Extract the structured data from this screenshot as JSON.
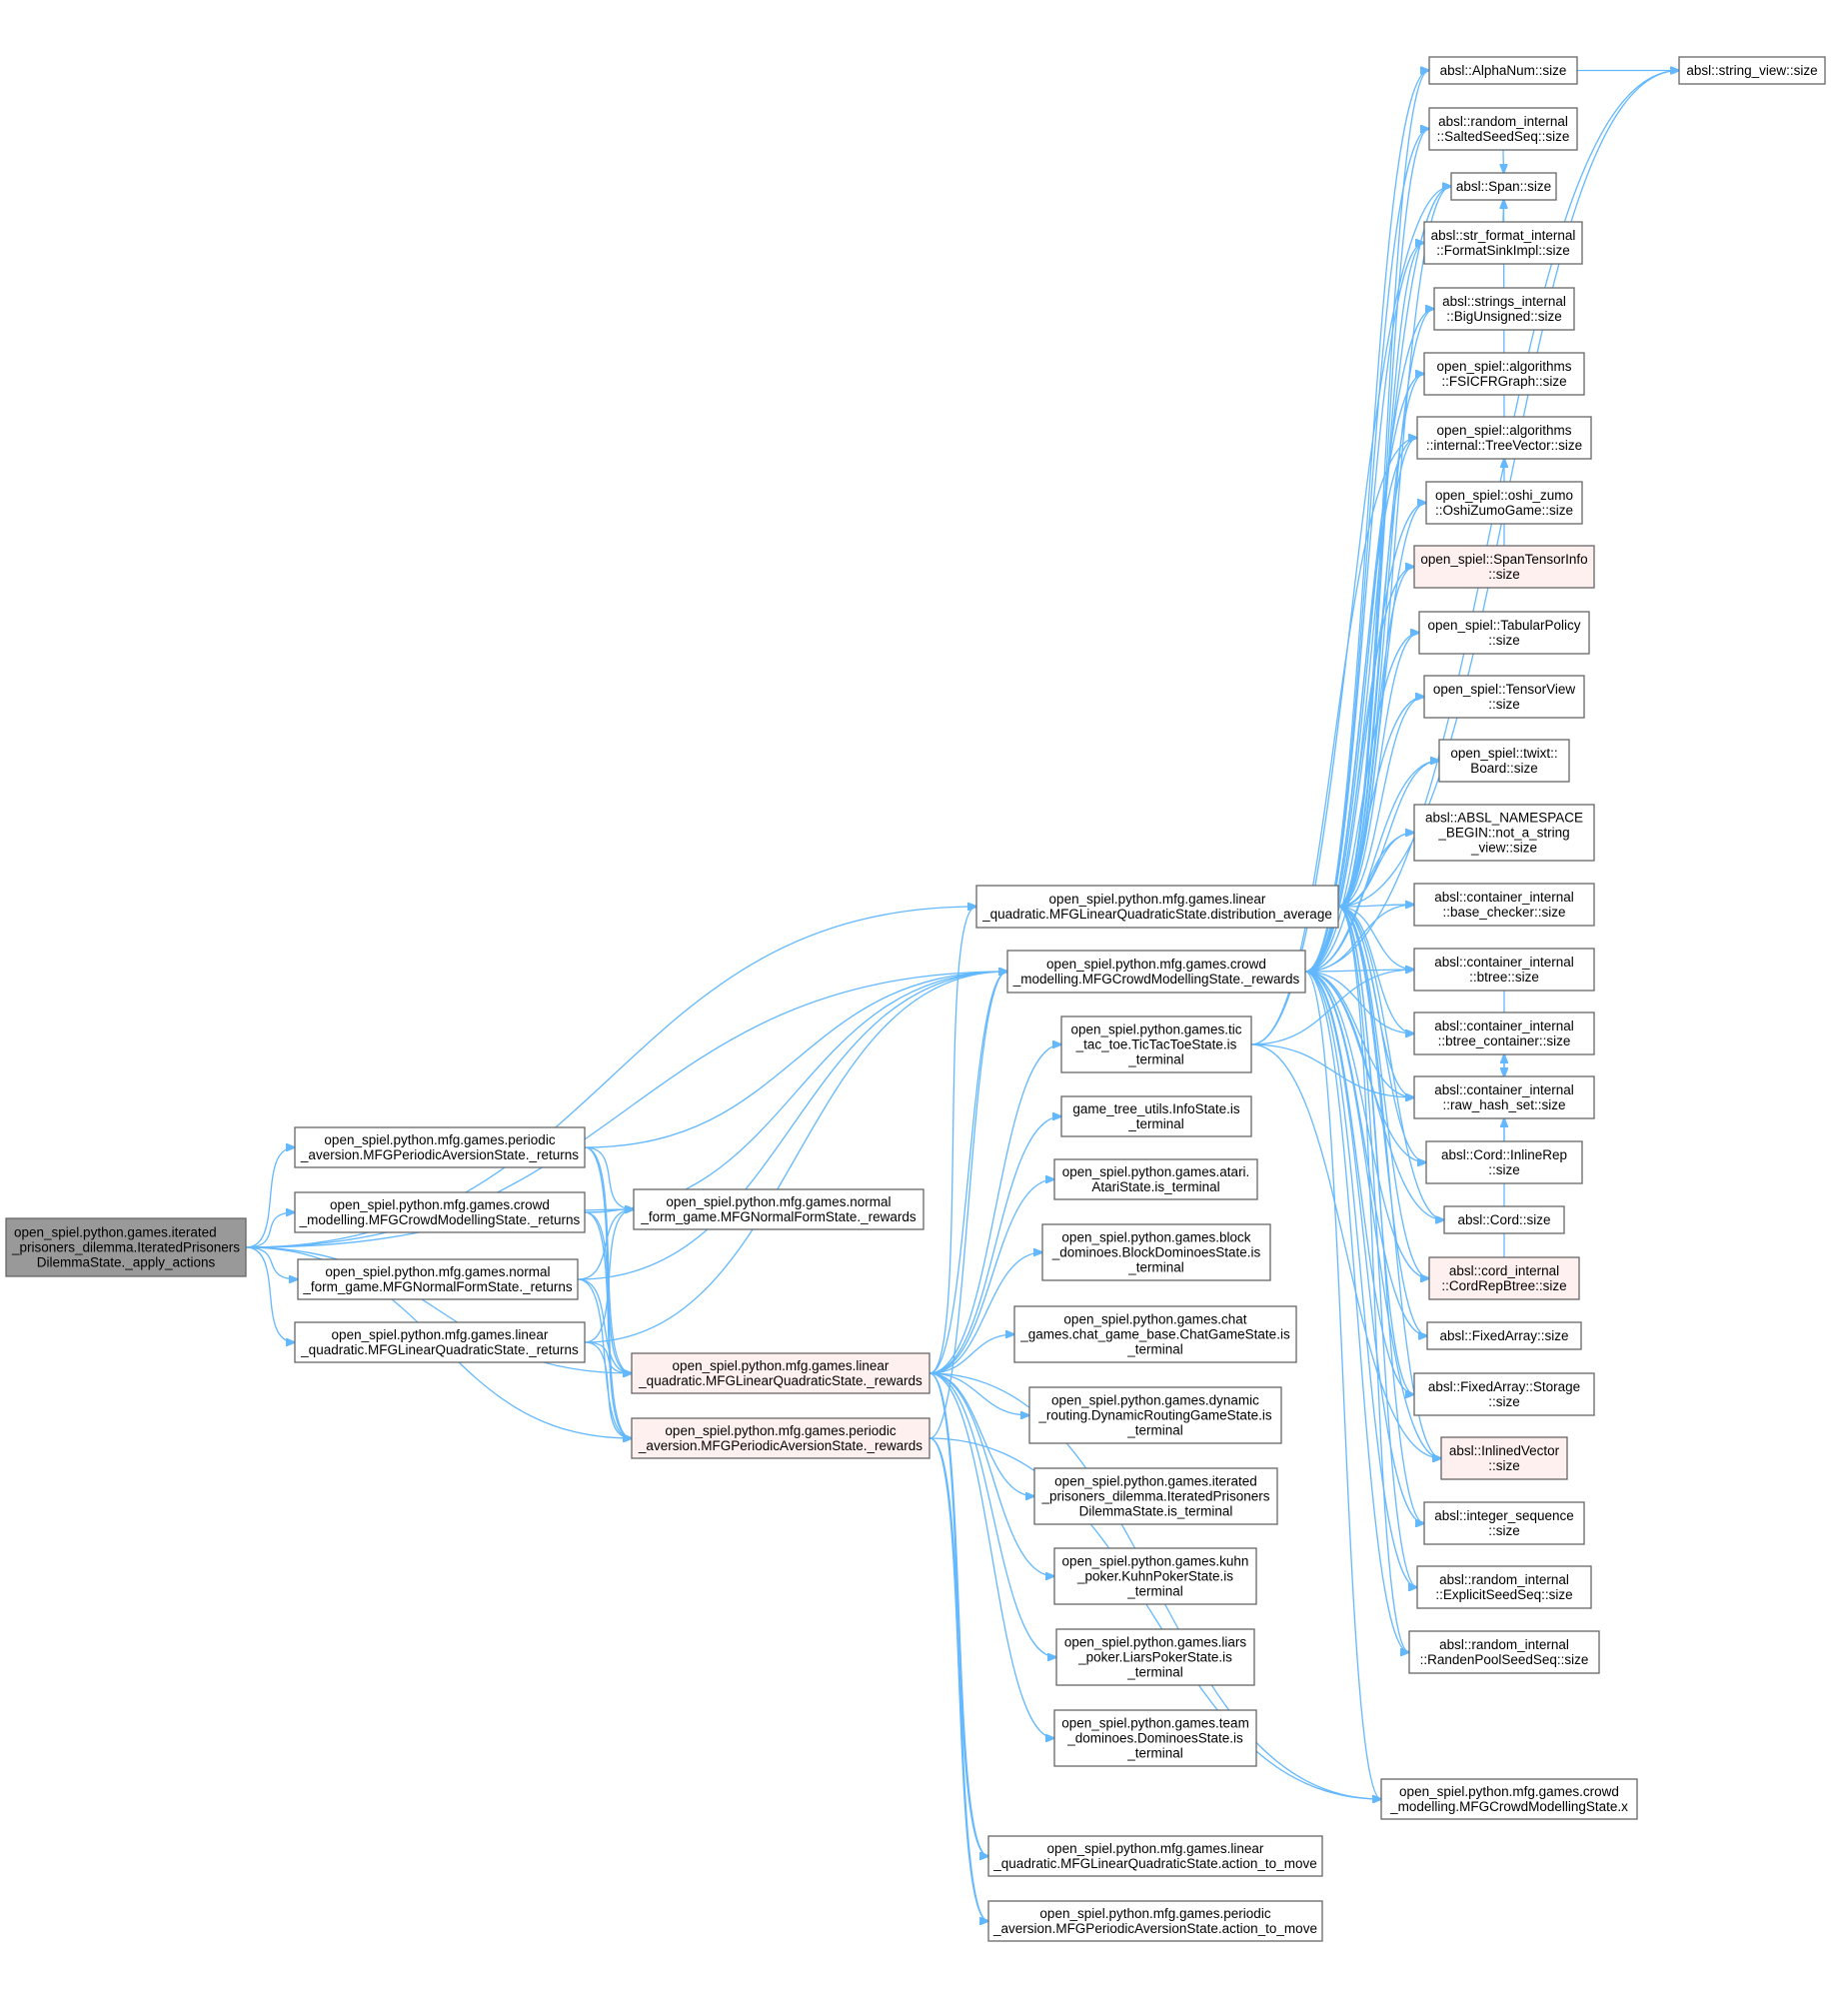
{
  "colors": {
    "edge": "#63b8ff",
    "node_fill": "#ffffff",
    "node_stroke": "#666666",
    "root_fill": "#999999",
    "truncated_fill": "#fff0f0",
    "truncated_stroke": "#ff0000"
  },
  "nodes": [
    {
      "id": "root",
      "lines": [
        "open_spiel.python.games.iterated",
        "_prisoners_dilemma.IteratedPrisoners",
        "DilemmaState._apply_actions"
      ],
      "style": "root"
    },
    {
      "id": "per_ret",
      "lines": [
        "open_spiel.python.mfg.games.periodic",
        "_aversion.MFGPeriodicAversionState._returns"
      ],
      "style": "normal"
    },
    {
      "id": "crowd_ret",
      "lines": [
        "open_spiel.python.mfg.games.crowd",
        "_modelling.MFGCrowdModellingState._returns"
      ],
      "style": "normal"
    },
    {
      "id": "nf_ret",
      "lines": [
        "open_spiel.python.mfg.games.normal",
        "_form_game.MFGNormalFormState._returns"
      ],
      "style": "normal"
    },
    {
      "id": "lq_ret",
      "lines": [
        "open_spiel.python.mfg.games.linear",
        "_quadratic.MFGLinearQuadraticState._returns"
      ],
      "style": "normal"
    },
    {
      "id": "nf_rew",
      "lines": [
        "open_spiel.python.mfg.games.normal",
        "_form_game.MFGNormalFormState._rewards"
      ],
      "style": "normal"
    },
    {
      "id": "lq_rew",
      "lines": [
        "open_spiel.python.mfg.games.linear",
        "_quadratic.MFGLinearQuadraticState._rewards"
      ],
      "style": "truncated"
    },
    {
      "id": "per_rew",
      "lines": [
        "open_spiel.python.mfg.games.periodic",
        "_aversion.MFGPeriodicAversionState._rewards"
      ],
      "style": "truncated"
    },
    {
      "id": "lq_dist",
      "lines": [
        "open_spiel.python.mfg.games.linear",
        "_quadratic.MFGLinearQuadraticState.distribution_average"
      ],
      "style": "normal"
    },
    {
      "id": "crowd_rew",
      "lines": [
        "open_spiel.python.mfg.games.crowd",
        "_modelling.MFGCrowdModellingState._rewards"
      ],
      "style": "normal"
    },
    {
      "id": "ttt",
      "lines": [
        "open_spiel.python.games.tic",
        "_tac_toe.TicTacToeState.is",
        "_terminal"
      ],
      "style": "normal"
    },
    {
      "id": "gtu",
      "lines": [
        "game_tree_utils.InfoState.is",
        "_terminal"
      ],
      "style": "normal"
    },
    {
      "id": "atari",
      "lines": [
        "open_spiel.python.games.atari.",
        "AtariState.is_terminal"
      ],
      "style": "normal"
    },
    {
      "id": "blockdom",
      "lines": [
        "open_spiel.python.games.block",
        "_dominoes.BlockDominoesState.is",
        "_terminal"
      ],
      "style": "normal"
    },
    {
      "id": "chat",
      "lines": [
        "open_spiel.python.games.chat",
        "_games.chat_game_base.ChatGameState.is",
        "_terminal"
      ],
      "style": "normal"
    },
    {
      "id": "dynroute",
      "lines": [
        "open_spiel.python.games.dynamic",
        "_routing.DynamicRoutingGameState.is",
        "_terminal"
      ],
      "style": "normal"
    },
    {
      "id": "ipd_term",
      "lines": [
        "open_spiel.python.games.iterated",
        "_prisoners_dilemma.IteratedPrisoners",
        "DilemmaState.is_terminal"
      ],
      "style": "normal"
    },
    {
      "id": "kuhn",
      "lines": [
        "open_spiel.python.games.kuhn",
        "_poker.KuhnPokerState.is",
        "_terminal"
      ],
      "style": "normal"
    },
    {
      "id": "liars",
      "lines": [
        "open_spiel.python.games.liars",
        "_poker.LiarsPokerState.is",
        "_terminal"
      ],
      "style": "normal"
    },
    {
      "id": "teamdom",
      "lines": [
        "open_spiel.python.games.team",
        "_dominoes.DominoesState.is",
        "_terminal"
      ],
      "style": "normal"
    },
    {
      "id": "lq_atm",
      "lines": [
        "open_spiel.python.mfg.games.linear",
        "_quadratic.MFGLinearQuadraticState.action_to_move"
      ],
      "style": "normal"
    },
    {
      "id": "per_atm",
      "lines": [
        "open_spiel.python.mfg.games.periodic",
        "_aversion.MFGPeriodicAversionState.action_to_move"
      ],
      "style": "normal"
    },
    {
      "id": "crowd_x",
      "lines": [
        "open_spiel.python.mfg.games.crowd",
        "_modelling.MFGCrowdModellingState.x"
      ],
      "style": "normal"
    },
    {
      "id": "sv_size",
      "lines": [
        "absl::string_view::size"
      ],
      "style": "normal"
    },
    {
      "id": "alphanum",
      "lines": [
        "absl::AlphaNum::size"
      ],
      "style": "normal"
    },
    {
      "id": "salted",
      "lines": [
        "absl::random_internal",
        "::SaltedSeedSeq::size"
      ],
      "style": "normal"
    },
    {
      "id": "span",
      "lines": [
        "absl::Span::size"
      ],
      "style": "normal"
    },
    {
      "id": "fmtsink",
      "lines": [
        "absl::str_format_internal",
        "::FormatSinkImpl::size"
      ],
      "style": "normal"
    },
    {
      "id": "bigu",
      "lines": [
        "absl::strings_internal",
        "::BigUnsigned::size"
      ],
      "style": "normal"
    },
    {
      "id": "fsicfr",
      "lines": [
        "open_spiel::algorithms",
        "::FSICFRGraph::size"
      ],
      "style": "normal"
    },
    {
      "id": "treevec",
      "lines": [
        "open_spiel::algorithms",
        "::internal::TreeVector::size"
      ],
      "style": "normal"
    },
    {
      "id": "oshi",
      "lines": [
        "open_spiel::oshi_zumo",
        "::OshiZumoGame::size"
      ],
      "style": "normal"
    },
    {
      "id": "spantensor",
      "lines": [
        "open_spiel::SpanTensorInfo",
        "::size"
      ],
      "style": "truncated"
    },
    {
      "id": "tabular",
      "lines": [
        "open_spiel::TabularPolicy",
        "::size"
      ],
      "style": "normal"
    },
    {
      "id": "tensorview",
      "lines": [
        "open_spiel::TensorView",
        "::size"
      ],
      "style": "normal"
    },
    {
      "id": "twixt",
      "lines": [
        "open_spiel::twixt::",
        "Board::size"
      ],
      "style": "normal"
    },
    {
      "id": "notastr",
      "lines": [
        "absl::ABSL_NAMESPACE",
        "_BEGIN::not_a_string",
        "_view::size"
      ],
      "style": "normal"
    },
    {
      "id": "basecheck",
      "lines": [
        "absl::container_internal",
        "::base_checker::size"
      ],
      "style": "normal"
    },
    {
      "id": "btree",
      "lines": [
        "absl::container_internal",
        "::btree::size"
      ],
      "style": "normal"
    },
    {
      "id": "btreecont",
      "lines": [
        "absl::container_internal",
        "::btree_container::size"
      ],
      "style": "normal"
    },
    {
      "id": "rawhash",
      "lines": [
        "absl::container_internal",
        "::raw_hash_set::size"
      ],
      "style": "normal"
    },
    {
      "id": "inlinerep",
      "lines": [
        "absl::Cord::InlineRep",
        "::size"
      ],
      "style": "normal"
    },
    {
      "id": "cord",
      "lines": [
        "absl::Cord::size"
      ],
      "style": "normal"
    },
    {
      "id": "cordbtree",
      "lines": [
        "absl::cord_internal",
        "::CordRepBtree::size"
      ],
      "style": "truncated"
    },
    {
      "id": "fixedarr",
      "lines": [
        "absl::FixedArray::size"
      ],
      "style": "normal"
    },
    {
      "id": "fixedstor",
      "lines": [
        "absl::FixedArray::Storage",
        "::size"
      ],
      "style": "normal"
    },
    {
      "id": "inlinedvec",
      "lines": [
        "absl::InlinedVector",
        "::size"
      ],
      "style": "truncated"
    },
    {
      "id": "intseq",
      "lines": [
        "absl::integer_sequence",
        "::size"
      ],
      "style": "normal"
    },
    {
      "id": "explicit",
      "lines": [
        "absl::random_internal",
        "::ExplicitSeedSeq::size"
      ],
      "style": "normal"
    },
    {
      "id": "randen",
      "lines": [
        "absl::random_internal",
        "::RandenPoolSeedSeq::size"
      ],
      "style": "normal"
    }
  ],
  "edges": [
    [
      "root",
      "per_ret"
    ],
    [
      "root",
      "crowd_ret"
    ],
    [
      "root",
      "nf_ret"
    ],
    [
      "root",
      "lq_ret"
    ],
    [
      "root",
      "nf_rew"
    ],
    [
      "root",
      "lq_rew"
    ],
    [
      "root",
      "per_rew"
    ],
    [
      "root",
      "crowd_rew"
    ],
    [
      "root",
      "lq_dist"
    ],
    [
      "per_ret",
      "nf_rew"
    ],
    [
      "per_ret",
      "lq_rew"
    ],
    [
      "per_ret",
      "per_rew"
    ],
    [
      "per_ret",
      "crowd_rew"
    ],
    [
      "crowd_ret",
      "nf_rew"
    ],
    [
      "crowd_ret",
      "lq_rew"
    ],
    [
      "crowd_ret",
      "per_rew"
    ],
    [
      "crowd_ret",
      "crowd_rew"
    ],
    [
      "nf_ret",
      "nf_rew"
    ],
    [
      "nf_ret",
      "lq_rew"
    ],
    [
      "nf_ret",
      "per_rew"
    ],
    [
      "nf_ret",
      "crowd_rew"
    ],
    [
      "lq_ret",
      "nf_rew"
    ],
    [
      "lq_ret",
      "lq_rew"
    ],
    [
      "lq_ret",
      "per_rew"
    ],
    [
      "lq_ret",
      "crowd_rew"
    ],
    [
      "lq_rew",
      "lq_dist"
    ],
    [
      "lq_rew",
      "crowd_rew"
    ],
    [
      "lq_rew",
      "ttt"
    ],
    [
      "lq_rew",
      "gtu"
    ],
    [
      "lq_rew",
      "atari"
    ],
    [
      "lq_rew",
      "blockdom"
    ],
    [
      "lq_rew",
      "chat"
    ],
    [
      "lq_rew",
      "dynroute"
    ],
    [
      "lq_rew",
      "ipd_term"
    ],
    [
      "lq_rew",
      "kuhn"
    ],
    [
      "lq_rew",
      "liars"
    ],
    [
      "lq_rew",
      "teamdom"
    ],
    [
      "lq_rew",
      "lq_atm"
    ],
    [
      "lq_rew",
      "per_atm"
    ],
    [
      "lq_rew",
      "crowd_x"
    ],
    [
      "per_rew",
      "crowd_rew"
    ],
    [
      "per_rew",
      "lq_atm"
    ],
    [
      "per_rew",
      "per_atm"
    ],
    [
      "per_rew",
      "crowd_x"
    ],
    [
      "lq_dist",
      "sv_size"
    ],
    [
      "lq_dist",
      "alphanum"
    ],
    [
      "lq_dist",
      "salted"
    ],
    [
      "lq_dist",
      "span"
    ],
    [
      "lq_dist",
      "fmtsink"
    ],
    [
      "lq_dist",
      "bigu"
    ],
    [
      "lq_dist",
      "fsicfr"
    ],
    [
      "lq_dist",
      "treevec"
    ],
    [
      "lq_dist",
      "oshi"
    ],
    [
      "lq_dist",
      "spantensor"
    ],
    [
      "lq_dist",
      "tabular"
    ],
    [
      "lq_dist",
      "tensorview"
    ],
    [
      "lq_dist",
      "twixt"
    ],
    [
      "lq_dist",
      "notastr"
    ],
    [
      "lq_dist",
      "basecheck"
    ],
    [
      "lq_dist",
      "btree"
    ],
    [
      "lq_dist",
      "btreecont"
    ],
    [
      "lq_dist",
      "rawhash"
    ],
    [
      "lq_dist",
      "inlinerep"
    ],
    [
      "lq_dist",
      "cord"
    ],
    [
      "lq_dist",
      "cordbtree"
    ],
    [
      "lq_dist",
      "fixedarr"
    ],
    [
      "lq_dist",
      "fixedstor"
    ],
    [
      "lq_dist",
      "inlinedvec"
    ],
    [
      "lq_dist",
      "intseq"
    ],
    [
      "lq_dist",
      "explicit"
    ],
    [
      "lq_dist",
      "randen"
    ],
    [
      "crowd_rew",
      "sv_size"
    ],
    [
      "crowd_rew",
      "alphanum"
    ],
    [
      "crowd_rew",
      "salted"
    ],
    [
      "crowd_rew",
      "span"
    ],
    [
      "crowd_rew",
      "fmtsink"
    ],
    [
      "crowd_rew",
      "bigu"
    ],
    [
      "crowd_rew",
      "fsicfr"
    ],
    [
      "crowd_rew",
      "treevec"
    ],
    [
      "crowd_rew",
      "oshi"
    ],
    [
      "crowd_rew",
      "spantensor"
    ],
    [
      "crowd_rew",
      "tabular"
    ],
    [
      "crowd_rew",
      "tensorview"
    ],
    [
      "crowd_rew",
      "twixt"
    ],
    [
      "crowd_rew",
      "notastr"
    ],
    [
      "crowd_rew",
      "basecheck"
    ],
    [
      "crowd_rew",
      "btree"
    ],
    [
      "crowd_rew",
      "btreecont"
    ],
    [
      "crowd_rew",
      "rawhash"
    ],
    [
      "crowd_rew",
      "inlinerep"
    ],
    [
      "crowd_rew",
      "cord"
    ],
    [
      "crowd_rew",
      "cordbtree"
    ],
    [
      "crowd_rew",
      "fixedarr"
    ],
    [
      "crowd_rew",
      "fixedstor"
    ],
    [
      "crowd_rew",
      "inlinedvec"
    ],
    [
      "crowd_rew",
      "intseq"
    ],
    [
      "crowd_rew",
      "explicit"
    ],
    [
      "crowd_rew",
      "randen"
    ],
    [
      "crowd_rew",
      "crowd_x"
    ],
    [
      "ttt",
      "treevec"
    ],
    [
      "ttt",
      "span"
    ],
    [
      "ttt",
      "btree"
    ],
    [
      "ttt",
      "rawhash"
    ],
    [
      "ttt",
      "inlinedvec"
    ],
    [
      "alphanum",
      "sv_size"
    ],
    [
      "salted",
      "span"
    ],
    [
      "fmtsink",
      "span"
    ],
    [
      "treevec",
      "span"
    ],
    [
      "btree",
      "rawhash"
    ],
    [
      "btreecont",
      "rawhash"
    ],
    [
      "inlinerep",
      "rawhash"
    ],
    [
      "spantensor",
      "treevec"
    ],
    [
      "cordbtree",
      "btreecont"
    ]
  ]
}
